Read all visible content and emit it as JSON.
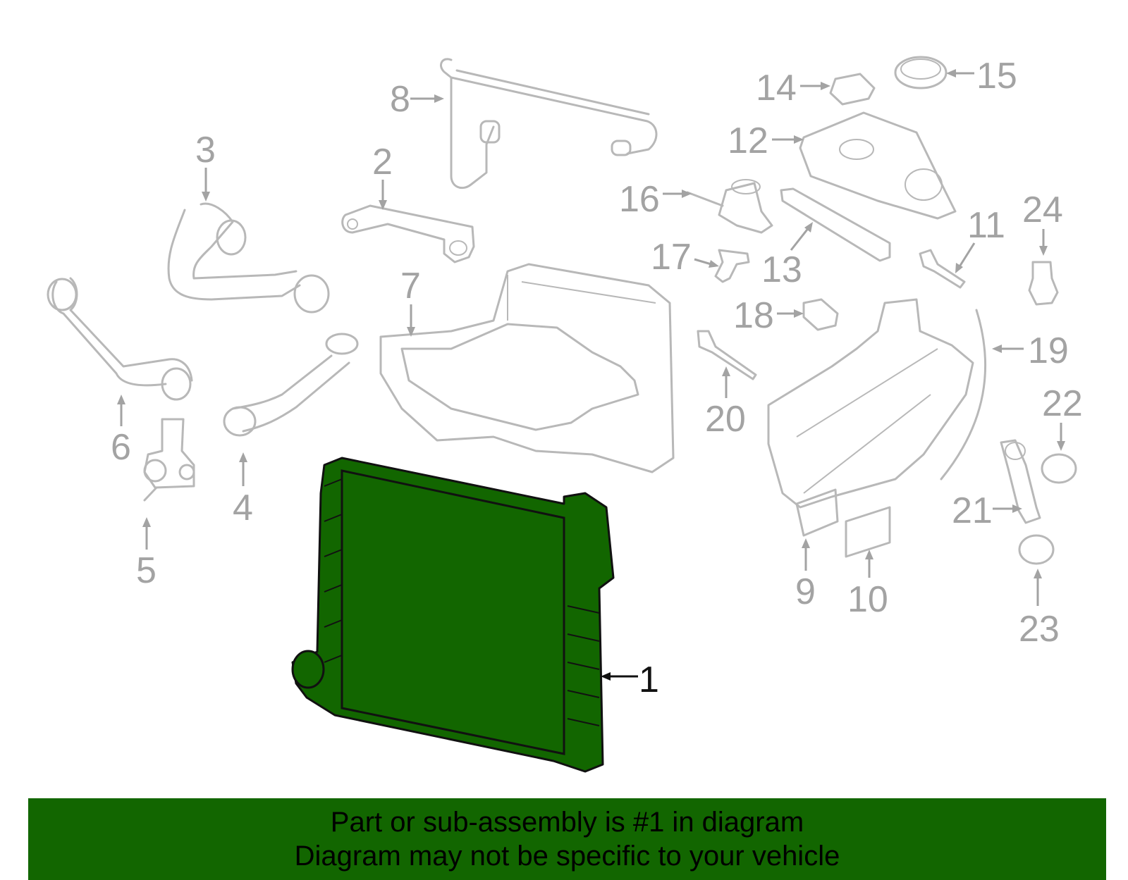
{
  "colors": {
    "highlight": "#126600",
    "part_outline": "#b8b8b8",
    "callout_text": "#a3a3a3",
    "caption_bg": "#126600"
  },
  "highlighted_part": "1",
  "callouts": [
    {
      "id": "c1",
      "label": "1"
    },
    {
      "id": "c2",
      "label": "2"
    },
    {
      "id": "c3",
      "label": "3"
    },
    {
      "id": "c4",
      "label": "4"
    },
    {
      "id": "c5",
      "label": "5"
    },
    {
      "id": "c6",
      "label": "6"
    },
    {
      "id": "c7",
      "label": "7"
    },
    {
      "id": "c8",
      "label": "8"
    },
    {
      "id": "c9",
      "label": "9"
    },
    {
      "id": "c10",
      "label": "10"
    },
    {
      "id": "c11",
      "label": "11"
    },
    {
      "id": "c12",
      "label": "12"
    },
    {
      "id": "c13",
      "label": "13"
    },
    {
      "id": "c14",
      "label": "14"
    },
    {
      "id": "c15",
      "label": "15"
    },
    {
      "id": "c16",
      "label": "16"
    },
    {
      "id": "c17",
      "label": "17"
    },
    {
      "id": "c18",
      "label": "18"
    },
    {
      "id": "c19",
      "label": "19"
    },
    {
      "id": "c20",
      "label": "20"
    },
    {
      "id": "c21",
      "label": "21"
    },
    {
      "id": "c22",
      "label": "22"
    },
    {
      "id": "c23",
      "label": "23"
    },
    {
      "id": "c24",
      "label": "24"
    }
  ],
  "caption": {
    "line1": "Part or sub-assembly is #1 in diagram",
    "line2": "Diagram may not be specific to your vehicle"
  }
}
